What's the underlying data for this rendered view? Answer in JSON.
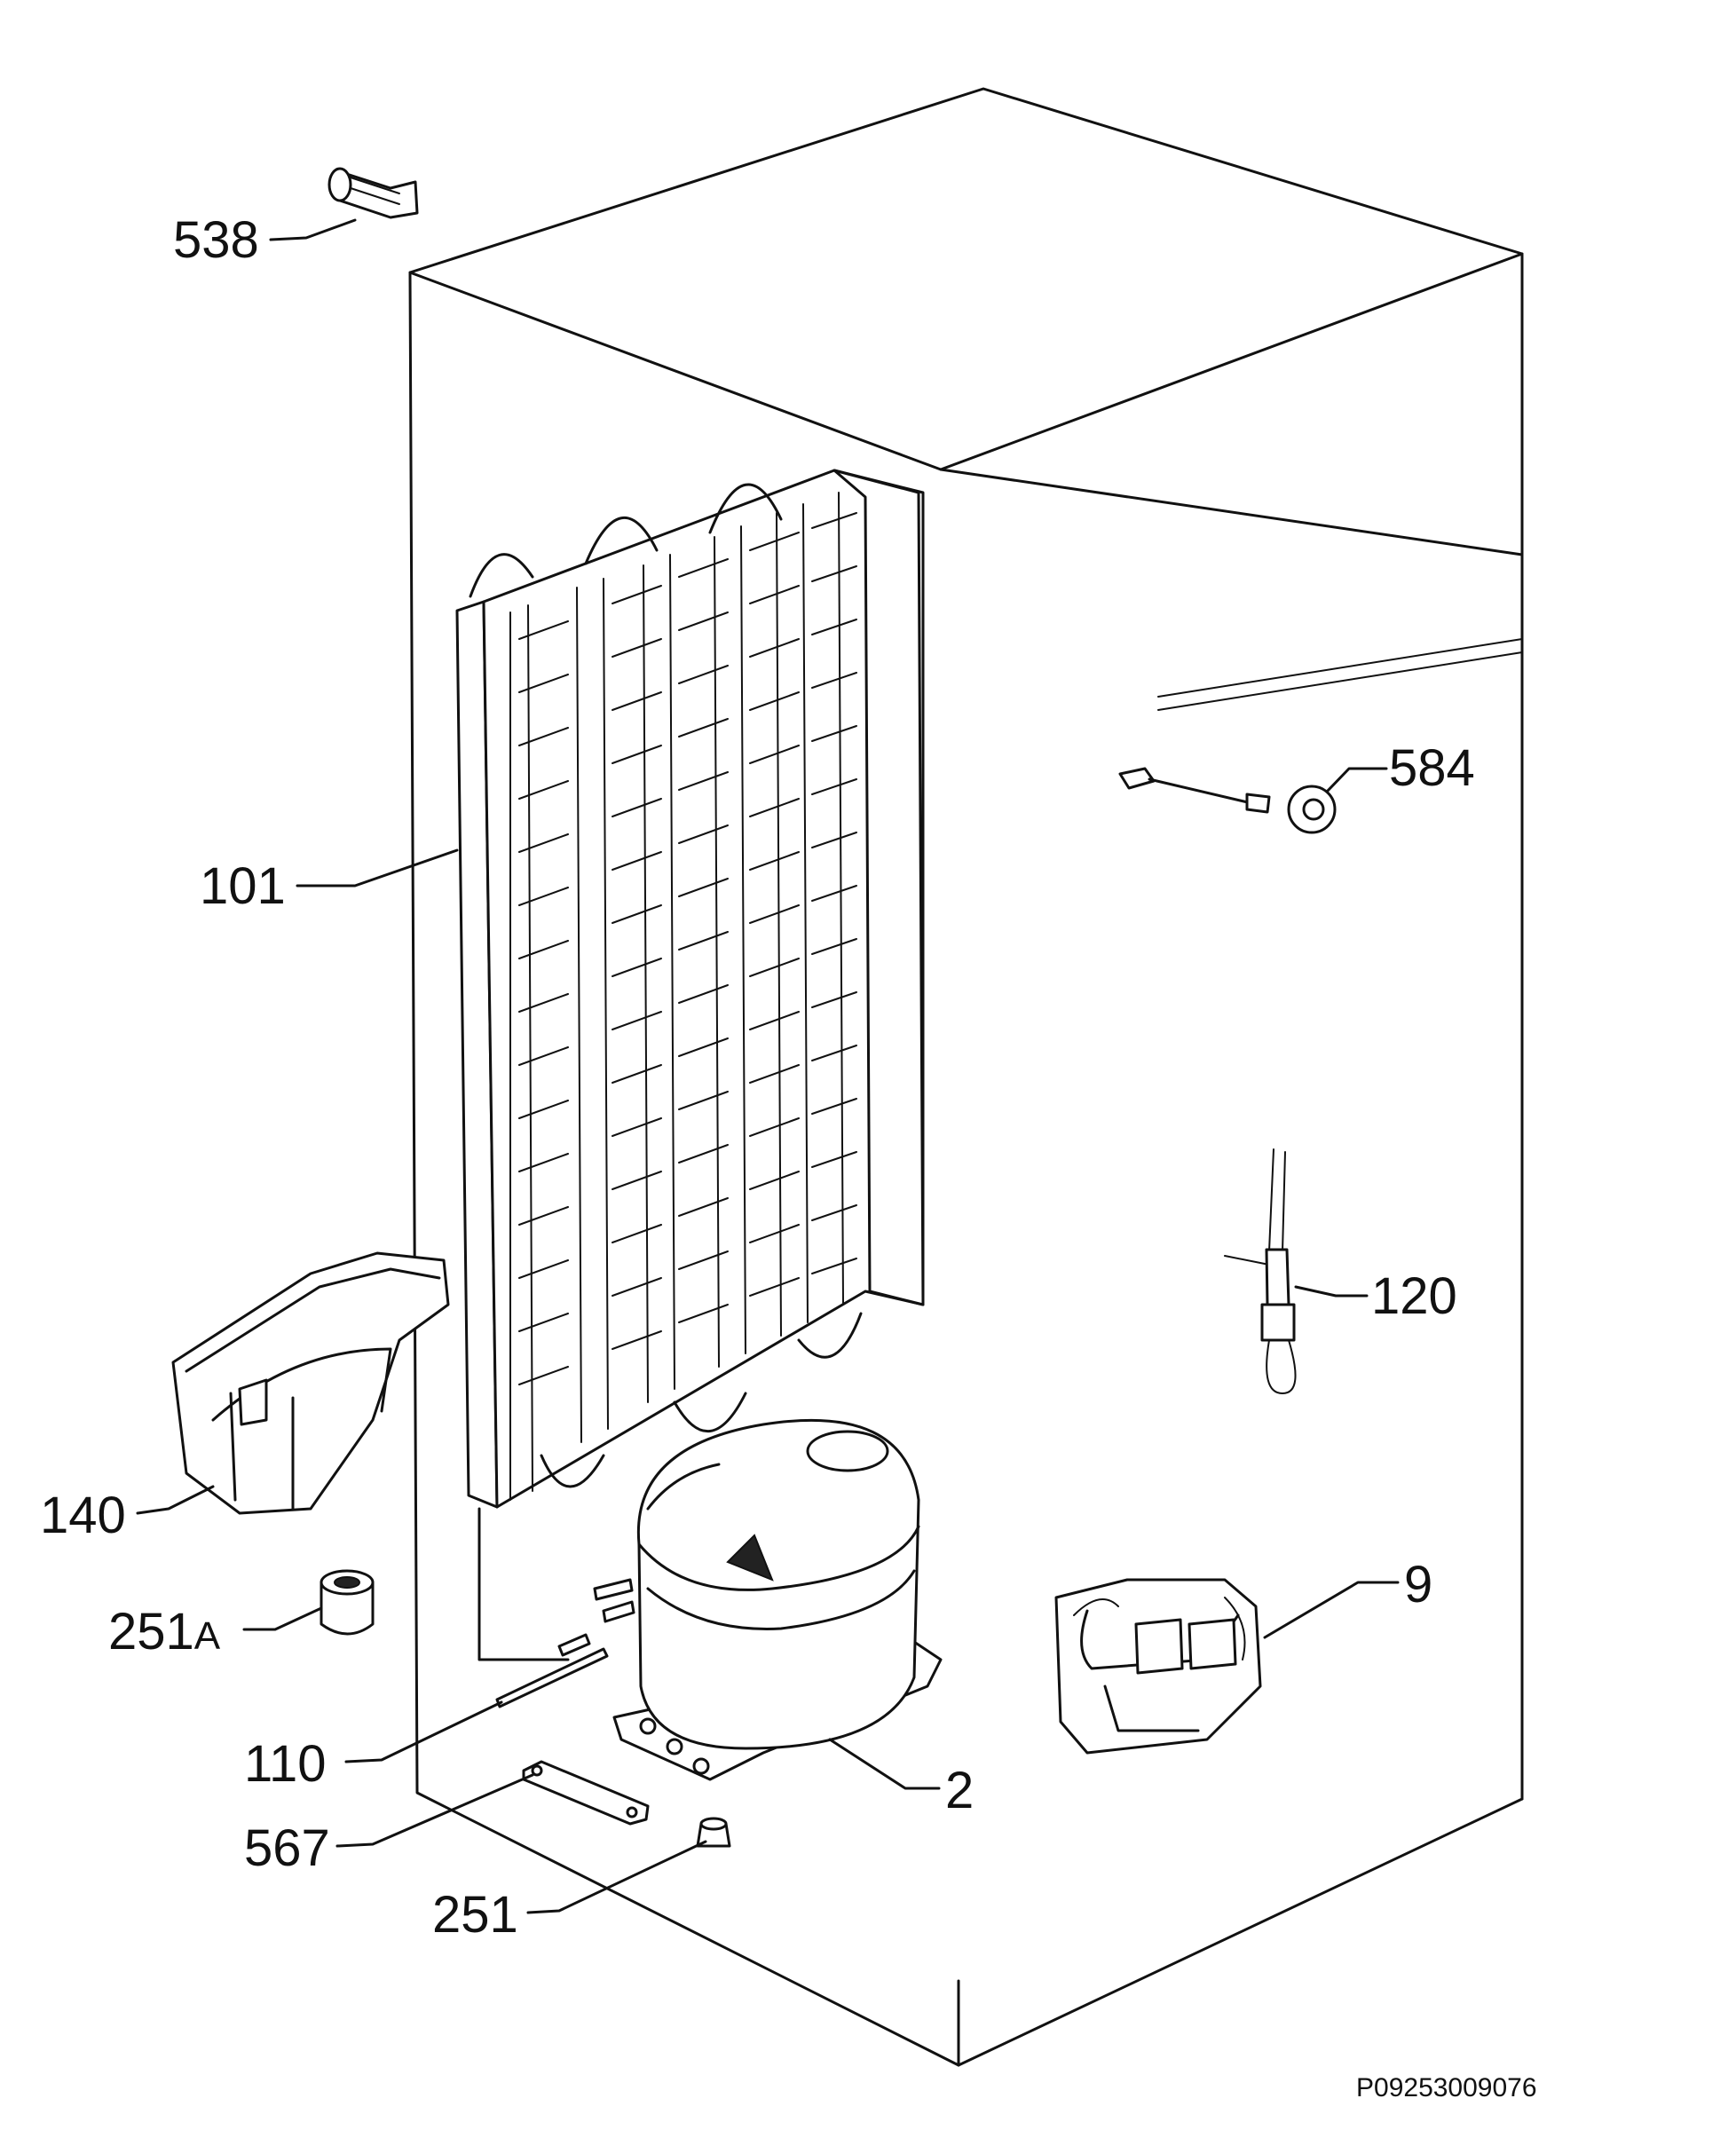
{
  "diagram": {
    "reference_code": "P09253009076",
    "callouts": [
      {
        "id": "538",
        "label": "538"
      },
      {
        "id": "584",
        "label": "584"
      },
      {
        "id": "101",
        "label": "101"
      },
      {
        "id": "120",
        "label": "120"
      },
      {
        "id": "140",
        "label": "140"
      },
      {
        "id": "251a",
        "label": "251",
        "suffix": "A"
      },
      {
        "id": "9",
        "label": "9"
      },
      {
        "id": "110",
        "label": "110"
      },
      {
        "id": "2",
        "label": "2"
      },
      {
        "id": "567",
        "label": "567"
      },
      {
        "id": "251",
        "label": "251"
      }
    ]
  }
}
